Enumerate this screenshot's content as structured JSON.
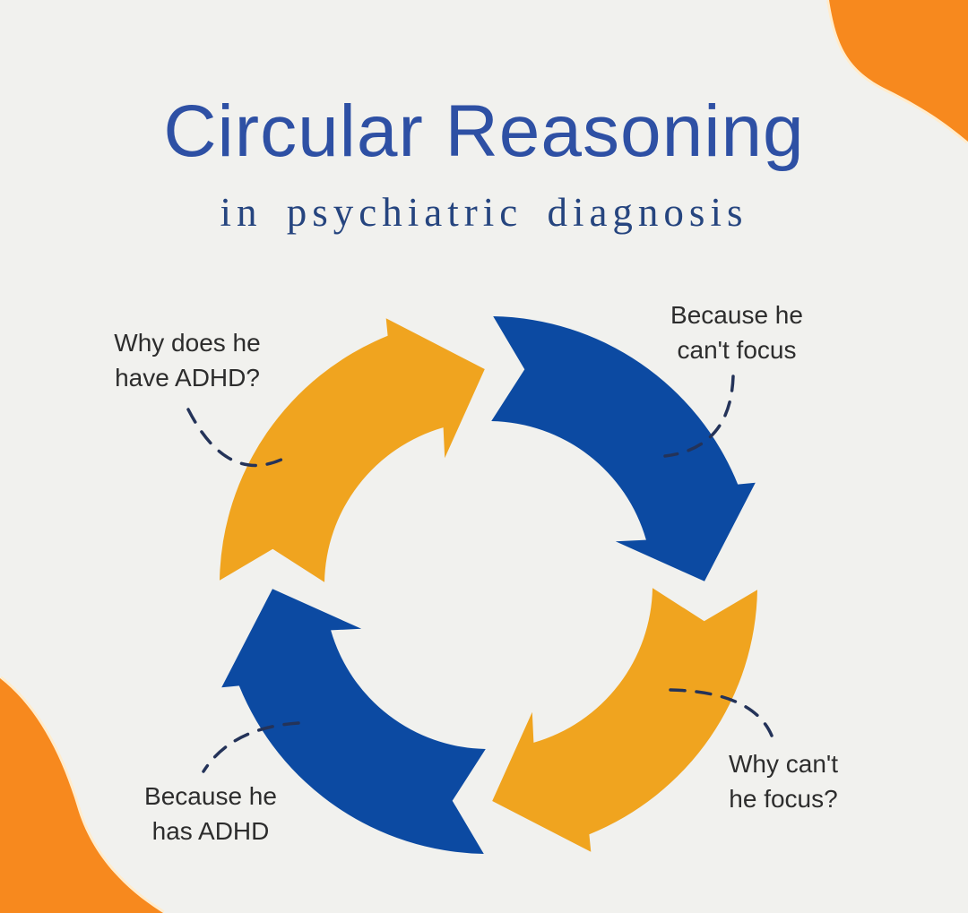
{
  "page": {
    "background": "#f1f1ee"
  },
  "header": {
    "title": "Circular Reasoning",
    "subtitle": "in psychiatric diagnosis"
  },
  "colors": {
    "title_blue": "#2e50a4",
    "subtitle_navy": "#26457f",
    "arrow_blue": "#0c4aa2",
    "arrow_orange": "#f0a41f",
    "blob_orange": "#f7891e",
    "blob_edge_cream": "#ffeccd",
    "connector_navy": "#243359",
    "label_text": "#2d2d2d"
  },
  "labels": [
    {
      "id": "why-does-he-have-adhd",
      "lines": [
        "Why does he",
        "have ADHD?"
      ]
    },
    {
      "id": "because-he-cant-focus",
      "lines": [
        "Because he",
        "can't focus"
      ]
    },
    {
      "id": "why-cant-he-focus",
      "lines": [
        "Why can't",
        "he focus?"
      ]
    },
    {
      "id": "because-he-has-adhd",
      "lines": [
        "Because he",
        "has ADHD"
      ]
    }
  ],
  "diagram": {
    "type": "cycle",
    "direction": "clockwise",
    "steps": [
      "Why does he have ADHD?",
      "Because he can't focus",
      "Why can't he focus?",
      "Because he has ADHD"
    ]
  }
}
